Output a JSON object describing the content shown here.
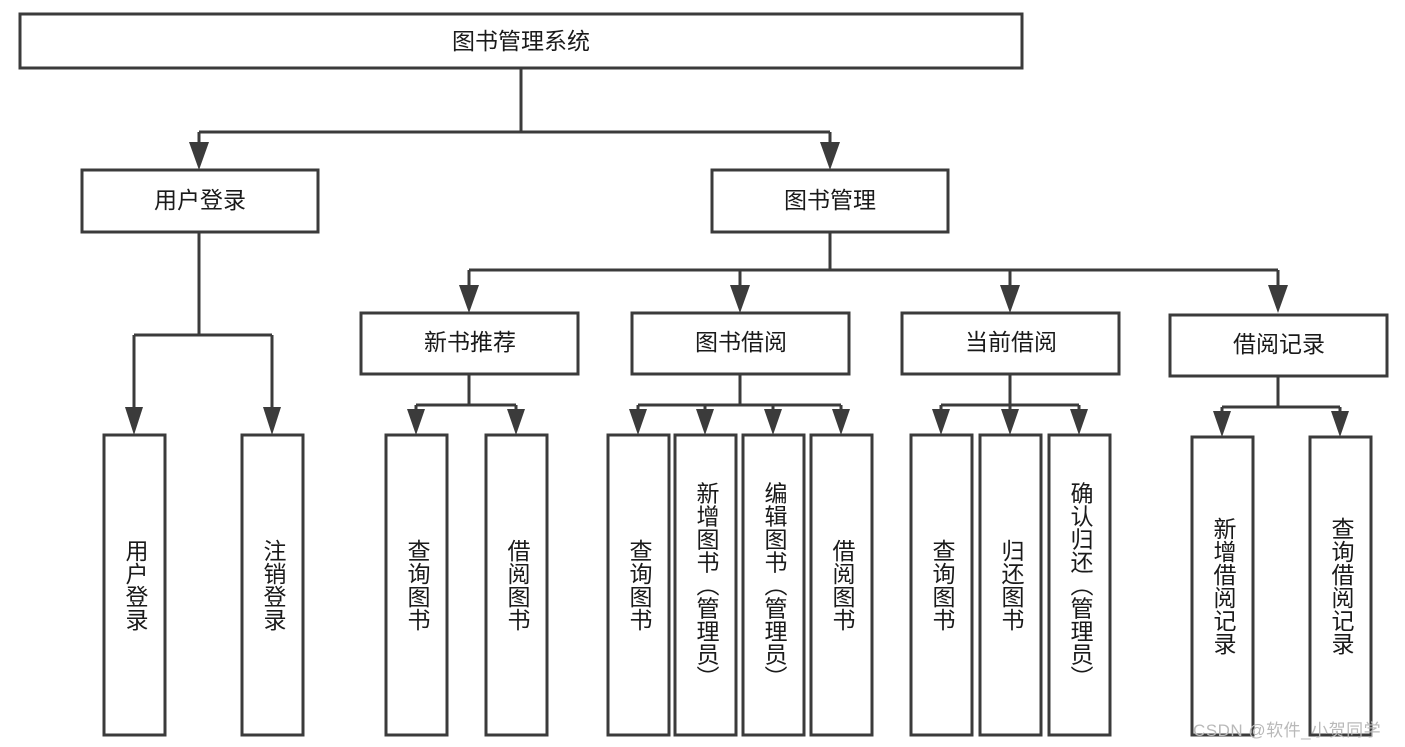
{
  "diagram": {
    "type": "tree",
    "title": "图书管理系统",
    "root": {
      "id": "root",
      "label": "图书管理系统",
      "orientation": "horizontal"
    },
    "level2": [
      {
        "id": "user-login",
        "label": "用户登录",
        "orientation": "horizontal"
      },
      {
        "id": "book-management",
        "label": "图书管理",
        "orientation": "horizontal"
      }
    ],
    "level3": [
      {
        "id": "new-book-recommend",
        "label": "新书推荐",
        "orientation": "horizontal",
        "parent": "book-management"
      },
      {
        "id": "book-borrow",
        "label": "图书借阅",
        "orientation": "horizontal",
        "parent": "book-management"
      },
      {
        "id": "current-borrow",
        "label": "当前借阅",
        "orientation": "horizontal",
        "parent": "book-management"
      },
      {
        "id": "borrow-record",
        "label": "借阅记录",
        "orientation": "horizontal",
        "parent": "book-management"
      }
    ],
    "leaves": [
      {
        "id": "leaf-user-login",
        "label": "用户登录",
        "orientation": "vertical",
        "parent": "user-login"
      },
      {
        "id": "leaf-logout",
        "label": "注销登录",
        "orientation": "vertical",
        "parent": "user-login"
      },
      {
        "id": "leaf-query-book-1",
        "label": "查询图书",
        "orientation": "vertical",
        "parent": "new-book-recommend"
      },
      {
        "id": "leaf-borrow-book-1",
        "label": "借阅图书",
        "orientation": "vertical",
        "parent": "new-book-recommend"
      },
      {
        "id": "leaf-query-book-2",
        "label": "查询图书",
        "orientation": "vertical",
        "parent": "book-borrow"
      },
      {
        "id": "leaf-add-book",
        "label": "新增图书（管理员）",
        "orientation": "vertical",
        "parent": "book-borrow"
      },
      {
        "id": "leaf-edit-book",
        "label": "编辑图书（管理员）",
        "orientation": "vertical",
        "parent": "book-borrow"
      },
      {
        "id": "leaf-borrow-book-2",
        "label": "借阅图书",
        "orientation": "vertical",
        "parent": "book-borrow"
      },
      {
        "id": "leaf-query-book-3",
        "label": "查询图书",
        "orientation": "vertical",
        "parent": "current-borrow"
      },
      {
        "id": "leaf-return-book",
        "label": "归还图书",
        "orientation": "vertical",
        "parent": "current-borrow"
      },
      {
        "id": "leaf-confirm-return",
        "label": "确认归还（管理员）",
        "orientation": "vertical",
        "parent": "current-borrow"
      },
      {
        "id": "leaf-add-record",
        "label": "新增借阅记录",
        "orientation": "vertical",
        "parent": "borrow-record"
      },
      {
        "id": "leaf-query-record",
        "label": "查询借阅记录",
        "orientation": "vertical",
        "parent": "borrow-record"
      }
    ]
  },
  "watermark": {
    "text": "CSDN @软件_小贺同学"
  },
  "colors": {
    "box_stroke": "#3b3b3b",
    "box_fill": "#ffffff",
    "text": "#1a1a1a",
    "background": "#ffffff",
    "watermark": "#b9b9b9"
  }
}
